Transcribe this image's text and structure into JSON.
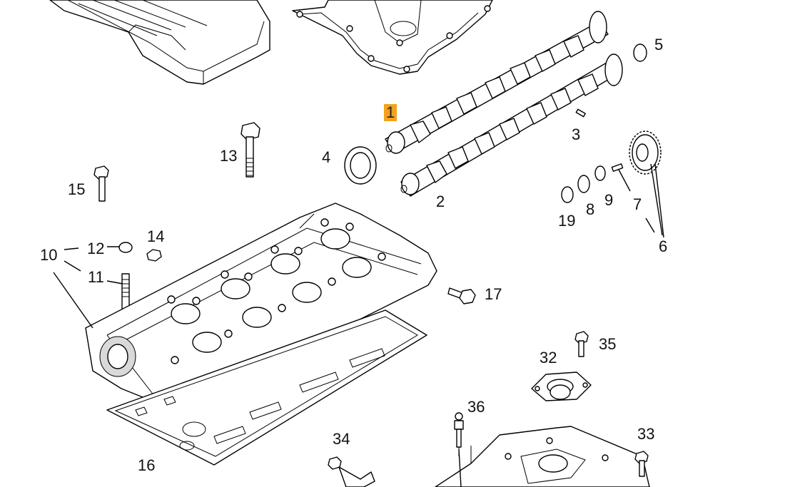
{
  "diagram": {
    "highlight_color": "#f4a21c",
    "callouts": [
      {
        "id": "p1",
        "label": "1",
        "highlighted": true
      },
      {
        "id": "p2",
        "label": "2"
      },
      {
        "id": "p3",
        "label": "3"
      },
      {
        "id": "p4",
        "label": "4"
      },
      {
        "id": "p5",
        "label": "5"
      },
      {
        "id": "p6",
        "label": "6"
      },
      {
        "id": "p7",
        "label": "7"
      },
      {
        "id": "p8",
        "label": "8"
      },
      {
        "id": "p9",
        "label": "9"
      },
      {
        "id": "p10",
        "label": "10"
      },
      {
        "id": "p11",
        "label": "11"
      },
      {
        "id": "p12",
        "label": "12"
      },
      {
        "id": "p13",
        "label": "13"
      },
      {
        "id": "p14",
        "label": "14"
      },
      {
        "id": "p15",
        "label": "15"
      },
      {
        "id": "p16",
        "label": "16"
      },
      {
        "id": "p17",
        "label": "17"
      },
      {
        "id": "p19",
        "label": "19"
      },
      {
        "id": "p32",
        "label": "32"
      },
      {
        "id": "p33",
        "label": "33"
      },
      {
        "id": "p34",
        "label": "34"
      },
      {
        "id": "p35",
        "label": "35"
      },
      {
        "id": "p36",
        "label": "36"
      }
    ]
  }
}
